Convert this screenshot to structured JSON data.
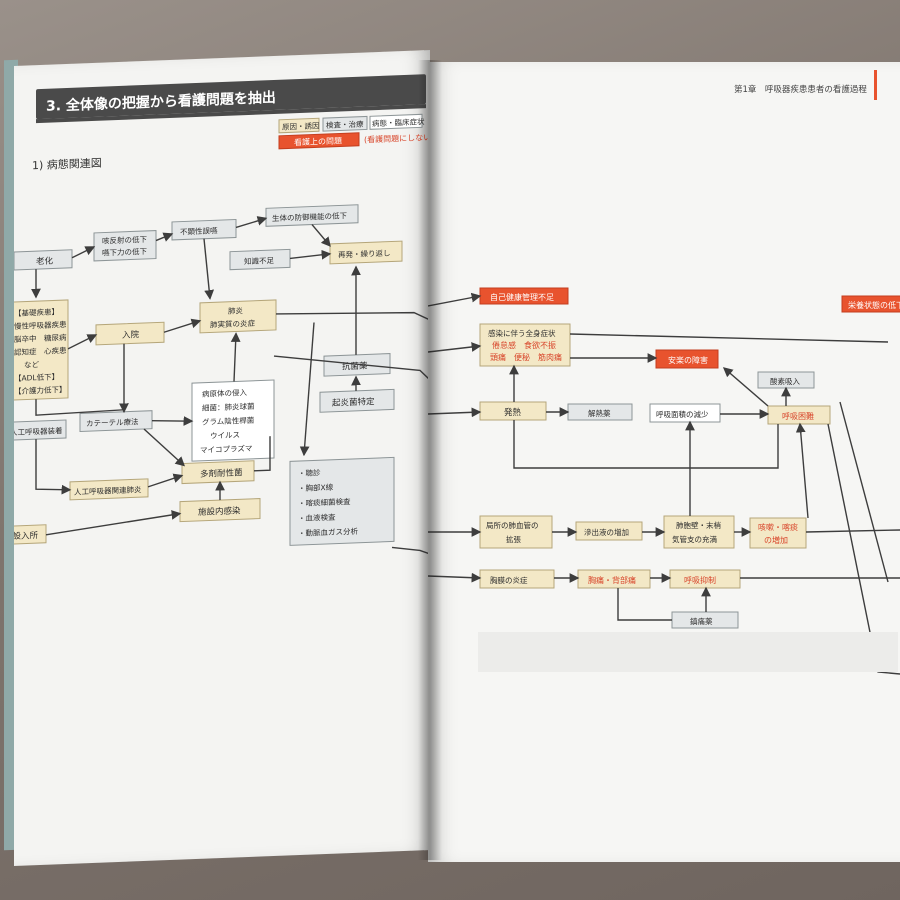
{
  "page_header": {
    "chapter": "第1章　呼吸器疾患患者の看護過程"
  },
  "section": {
    "title": "3. 全体像の把握から看護問題を抽出",
    "subtitle": "1) 病態関連図"
  },
  "legend": {
    "items": [
      "原因・誘因",
      "検査・治療",
      "病態・臨床症状"
    ],
    "nursing_problem": "看護上の問題",
    "extra": "(看護問題にしないもの)"
  },
  "left_nodes": {
    "aging": "老化",
    "reflex": [
      "咳反射の低下",
      "嚥下力の低下"
    ],
    "hygiene": "不顕性誤嚥",
    "defense": "生体の防御機能の低下",
    "knowledge": "知識不足",
    "recurrence": "再発・繰り返し",
    "underlying": [
      "【基礎疾患】",
      "慢性呼吸器疾患",
      "脳卒中　糖尿病",
      "認知症　心疾患",
      "など",
      "【ADL低下】",
      "【介護力低下】"
    ],
    "admission": "入院",
    "pneumonia": [
      "肺炎",
      "肺実質の炎症"
    ],
    "pathogen": [
      "病原体の侵入",
      "細菌：肺炎球菌",
      "グラム陰性桿菌",
      "ウイルス",
      "マイコプラズマ"
    ],
    "antibiotic": "抗菌薬",
    "identify": "起炎菌特定",
    "ventilator": "人工呼吸器装着",
    "catheter": "カテーテル療法",
    "vap": "人工呼吸器関連肺炎",
    "resistant": "多剤耐性菌",
    "nosocomial": "施設内感染",
    "facility": "施設入所",
    "tests": [
      "・聴診",
      "・胸部X線",
      "・喀痰細菌検査",
      "・血液検査",
      "・動脈血ガス分析"
    ]
  },
  "right_nodes": {
    "self_care": "自己健康管理不足",
    "nutrition": "栄養状態の低下",
    "systemic": [
      "感染に伴う全身症状",
      "倦怠感　食欲不振",
      "頭痛　便秘　筋肉痛"
    ],
    "comfort": "安楽の障害",
    "oxygen": "酸素吸入",
    "fever": "発熱",
    "antipyretic": "解熱薬",
    "alveoli": "呼吸面積の減少",
    "dyspnea": "呼吸困難",
    "capillary": [
      "局所の肺血管の",
      "拡張"
    ],
    "exudate": "滲出液の増加",
    "congestion": [
      "肺胞壁・末梢",
      "気管支の充満"
    ],
    "cough": [
      "咳嗽・喀痰",
      "の増加"
    ],
    "pleuritis": "胸膜の炎症",
    "chest_pain": "胸痛・背部痛",
    "suppression": "呼吸抑制",
    "analgesic": "鎮痛薬"
  },
  "colors": {
    "cause_box": "#f3e8c6",
    "treatment_box": "#e4e7e8",
    "problem_box": "#e8532e",
    "banner": "#4a4a4a"
  }
}
